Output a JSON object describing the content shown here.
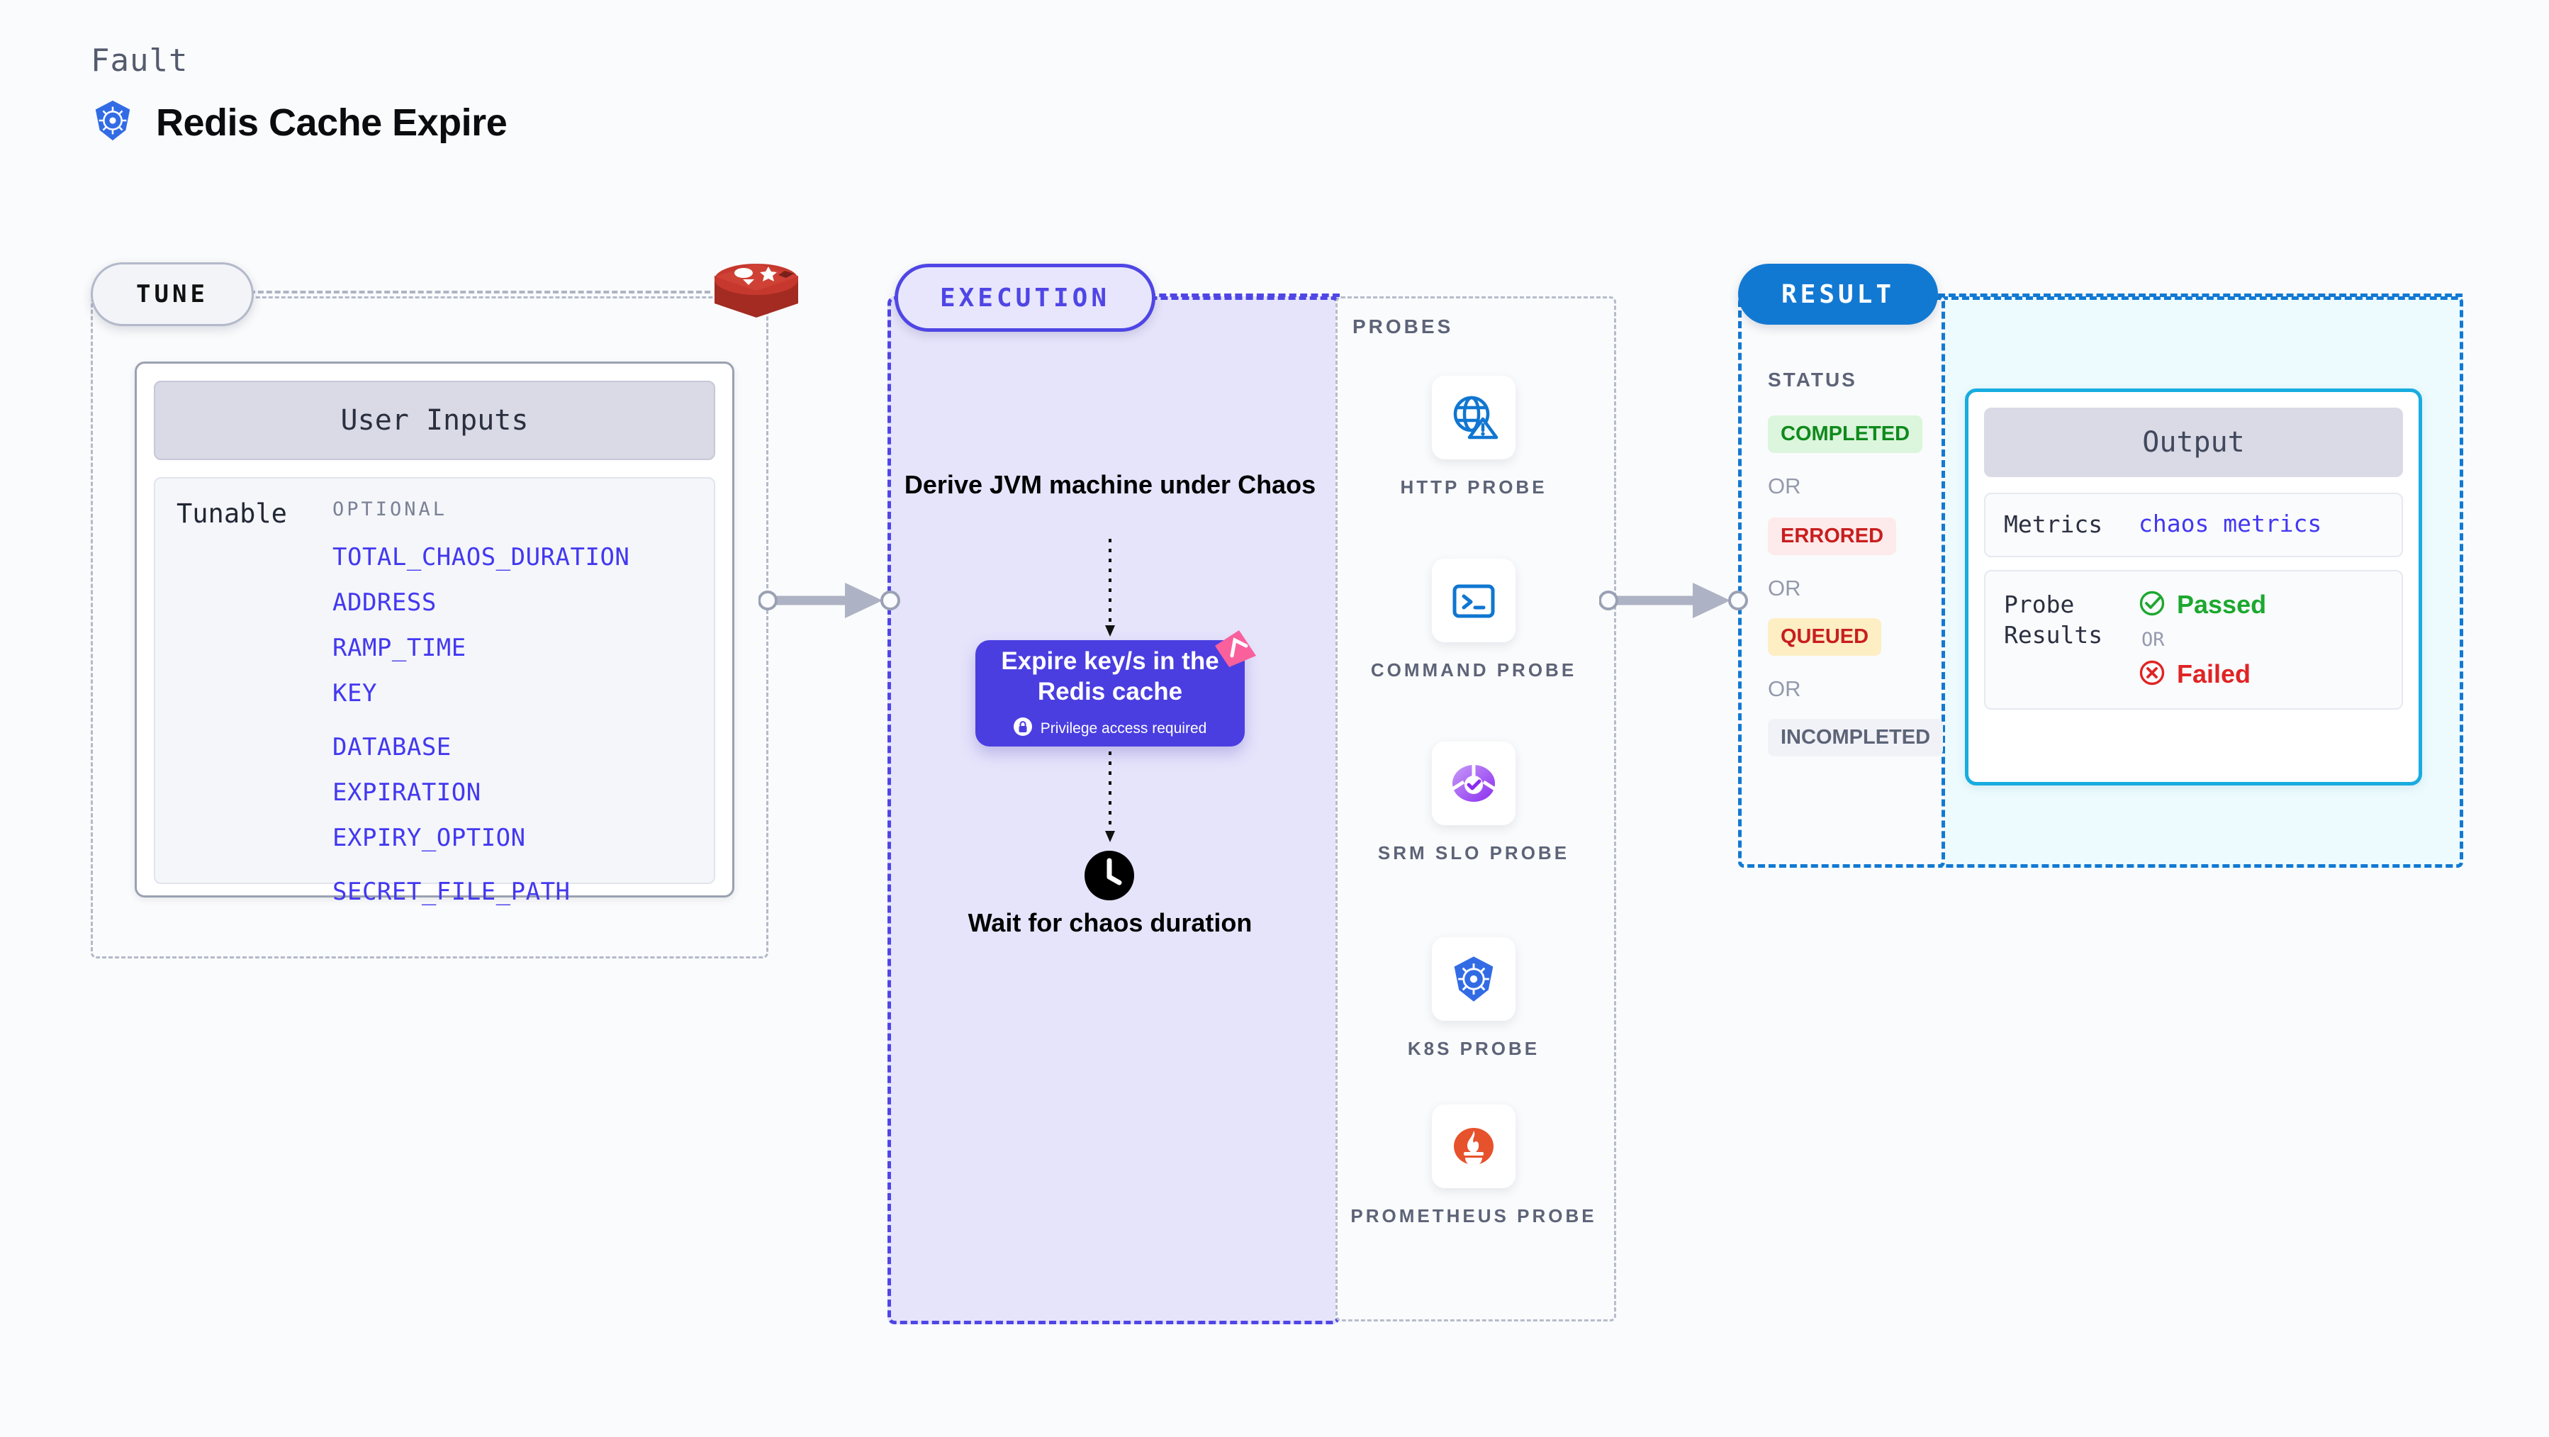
{
  "header": {
    "eyebrow": "Fault",
    "title": "Redis Cache Expire",
    "logo_icon": "kubernetes-icon"
  },
  "tune": {
    "badge": "TUNE",
    "source_icon": "redis-logo-icon",
    "user_inputs_title": "User Inputs",
    "tunable_label": "Tunable",
    "optional_label": "OPTIONAL",
    "params": [
      {
        "name": "TOTAL_CHAOS_DURATION",
        "gap": false
      },
      {
        "name": "ADDRESS",
        "gap": false
      },
      {
        "name": "RAMP_TIME",
        "gap": false
      },
      {
        "name": "KEY",
        "gap": false
      },
      {
        "name": "DATABASE",
        "gap": true
      },
      {
        "name": "EXPIRATION",
        "gap": false
      },
      {
        "name": "EXPIRY_OPTION",
        "gap": false
      },
      {
        "name": "SECRET_FILE_PATH",
        "gap": true
      }
    ]
  },
  "execution": {
    "badge": "EXECUTION",
    "derive_text": "Derive JVM machine under Chaos",
    "action_title": "Expire key/s in the Redis cache",
    "action_note": "Privilege access required",
    "action_note_icon": "lock-icon",
    "ribbon_icon": "litmus-ribbon-icon",
    "wait_text": "Wait for chaos duration",
    "wait_icon": "clock-icon"
  },
  "probes": {
    "label": "PROBES",
    "items": [
      {
        "name": "HTTP PROBE",
        "icon": "globe-warning-icon"
      },
      {
        "name": "COMMAND PROBE",
        "icon": "terminal-icon"
      },
      {
        "name": "SRM SLO PROBE",
        "icon": "srm-slo-gauge-icon"
      },
      {
        "name": "K8S PROBE",
        "icon": "kubernetes-icon"
      },
      {
        "name": "PROMETHEUS PROBE",
        "icon": "prometheus-flame-icon"
      }
    ]
  },
  "result": {
    "badge": "RESULT",
    "status_label": "STATUS",
    "or_label": "OR",
    "statuses": [
      {
        "label": "COMPLETED",
        "bg": "#dcf5dd",
        "color": "#0f8a1c"
      },
      {
        "label": "ERRORED",
        "bg": "#fdeaea",
        "color": "#c81e1e"
      },
      {
        "label": "QUEUED",
        "bg": "#fdeec4",
        "color": "#c81e1e"
      },
      {
        "label": "INCOMPLETED",
        "bg": "#f1f2f7",
        "color": "#5d6478"
      }
    ],
    "output": {
      "title": "Output",
      "metrics_key": "Metrics",
      "metrics_value": "chaos metrics",
      "probe_results_key": "Probe Results",
      "passed_label": "Passed",
      "failed_label": "Failed",
      "or_label": "OR",
      "passed_icon": "check-circle-icon",
      "failed_icon": "x-circle-icon"
    }
  },
  "colors": {
    "accent_indigo": "#4f46e5",
    "accent_blue": "#1279d3",
    "accent_cyan": "#18ace0",
    "param_blue": "#4338f0",
    "redis_red": "#b6372f",
    "pink_ribbon": "#f9609c"
  }
}
